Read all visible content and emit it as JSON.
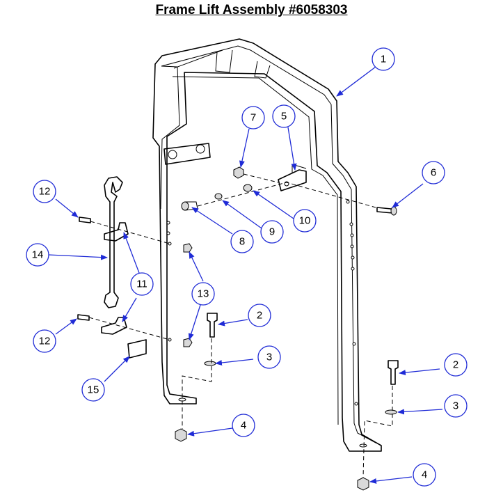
{
  "title": "Frame Lift Assembly #6058303",
  "colors": {
    "callout": "#1f2bd6",
    "line": "#000000"
  },
  "callouts": [
    {
      "id": "c1",
      "label": "1"
    },
    {
      "id": "c2a",
      "label": "2"
    },
    {
      "id": "c2b",
      "label": "2"
    },
    {
      "id": "c3a",
      "label": "3"
    },
    {
      "id": "c3b",
      "label": "3"
    },
    {
      "id": "c4a",
      "label": "4"
    },
    {
      "id": "c4b",
      "label": "4"
    },
    {
      "id": "c5",
      "label": "5"
    },
    {
      "id": "c6",
      "label": "6"
    },
    {
      "id": "c7",
      "label": "7"
    },
    {
      "id": "c8",
      "label": "8"
    },
    {
      "id": "c9",
      "label": "9"
    },
    {
      "id": "c10",
      "label": "10"
    },
    {
      "id": "c11",
      "label": "11"
    },
    {
      "id": "c12a",
      "label": "12"
    },
    {
      "id": "c12b",
      "label": "12"
    },
    {
      "id": "c13",
      "label": "13"
    },
    {
      "id": "c14",
      "label": "14"
    },
    {
      "id": "c15",
      "label": "15"
    }
  ]
}
